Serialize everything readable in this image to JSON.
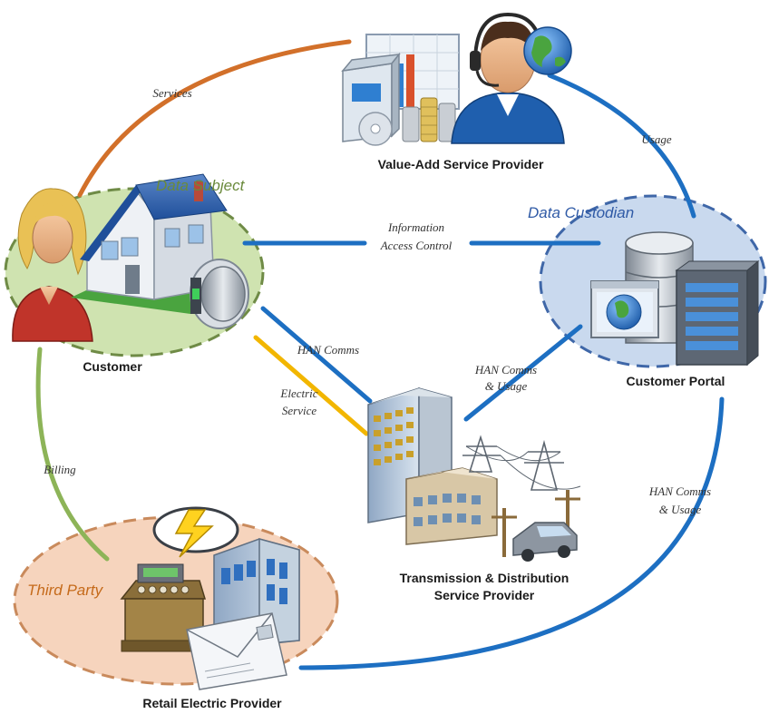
{
  "nodes": {
    "value_add": {
      "label": "Value-Add Service Provider"
    },
    "customer": {
      "label": "Customer"
    },
    "portal": {
      "label": "Customer Portal"
    },
    "tdsp": {
      "line1": "Transmission & Distribution",
      "line2": "Service Provider"
    },
    "retail": {
      "label": "Retail Electric Provider"
    }
  },
  "zones": {
    "data_subject": {
      "label": "Data Subject",
      "fill": "#cfe3b0",
      "stroke": "#6f8b46",
      "text_color": "#6a8a3c"
    },
    "data_custodian": {
      "label": "Data Custodian",
      "fill": "#c9d9ee",
      "stroke": "#3f67a8",
      "text_color": "#2f5aa6"
    },
    "third_party": {
      "label": "Third Party",
      "fill": "#f6d4bd",
      "stroke": "#c98a5c",
      "text_color": "#c56a1a"
    }
  },
  "edges": {
    "services": {
      "label": "Services",
      "color": "#d2702a"
    },
    "usage": {
      "label": "Usage",
      "color": "#1d6fc2"
    },
    "info": {
      "line1": "Information",
      "line2": "Access Control",
      "color": "#1d6fc2"
    },
    "han": {
      "label": "HAN Comms",
      "color": "#1d6fc2"
    },
    "electric": {
      "line1": "Electric",
      "line2": "Service",
      "color": "#f2b600"
    },
    "han_usage_1": {
      "line1": "HAN Comms",
      "line2": "& Usage",
      "color": "#1d6fc2"
    },
    "billing": {
      "label": "Billing",
      "color": "#8db458"
    },
    "han_usage_2": {
      "line1": "HAN Comms",
      "line2": "& Usage",
      "color": "#1d6fc2"
    }
  },
  "icons": [
    "customer-person-icon",
    "house-icon",
    "smart-meter-icon",
    "database-server-icon",
    "monitor-globe-icon",
    "office-building-icon",
    "power-tower-icon",
    "utility-truck-icon",
    "cash-register-icon",
    "envelope-icon",
    "lightning-bolt-icon",
    "support-agent-icon",
    "globe-icon",
    "coins-icon",
    "software-box-icon"
  ]
}
